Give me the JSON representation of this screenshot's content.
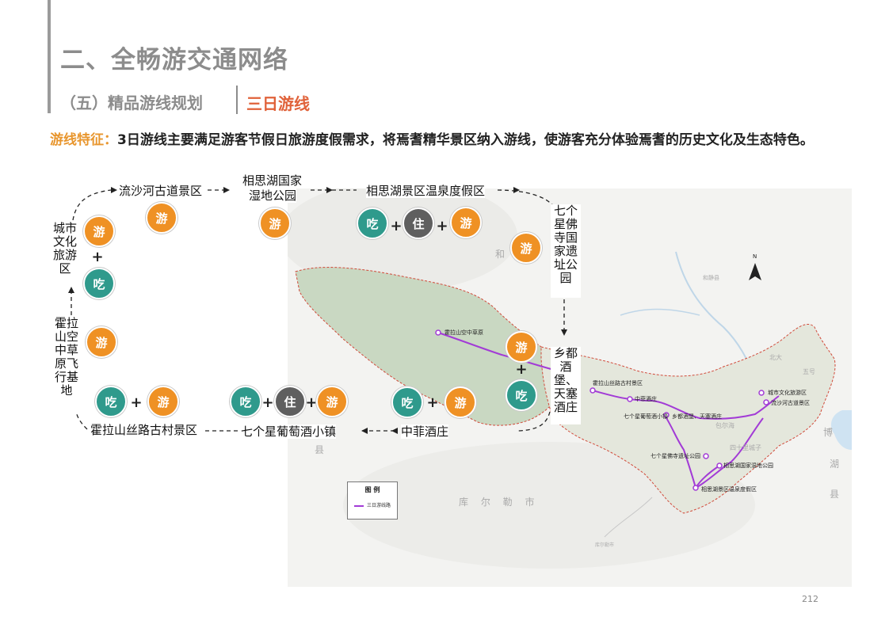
{
  "header": {
    "title": "二、全畅游交通网络",
    "subtitle": "（五）精品游线规划",
    "tag": "三日游线"
  },
  "description": {
    "label": "游线特征：",
    "text": "3日游线主要满足游客节假日旅游度假需求，将焉耆精华景区纳入游线，使游客充分体验焉耆的历史文化及生态特色。"
  },
  "icons": {
    "you": "游",
    "chi": "吃",
    "zhu": "住",
    "plus": "+"
  },
  "colors": {
    "you": "#ef9124",
    "chi": "#2f9a8c",
    "zhu": "#5f5f5f",
    "route": "#a23bd6",
    "accent": "#e0623a"
  },
  "route": {
    "city_culture": "城市文化旅游区",
    "liusha": "流沙河古道景区",
    "xiangsi_wetland_1": "相思湖国家",
    "xiangsi_wetland_2": "湿地公园",
    "xiangsi_hotspring": "相思湖景区温泉度假区",
    "qige_temple": "七个星佛寺国家遗址公园",
    "xiangdu": "乡都酒堡、天塞酒庄",
    "zhongfei": "中菲酒庄",
    "qige_wine_town": "七个星葡萄酒小镇",
    "huolashan_village": "霍拉山丝路古村景区",
    "huolashan_grassland": "霍拉山空中草原飞行基地"
  },
  "map": {
    "place_names": {
      "he": "和",
      "hejing": "和静县",
      "north": "N",
      "kuerle": "库 尔 勒 市",
      "bohu_bo": "博",
      "bohu_hu": "湖",
      "bohu_xian": "县",
      "beida": "北大",
      "wuhao": "五号",
      "sishili": "四十里城子",
      "baohai": "包尔海",
      "kuerleshi": "库尔勒市",
      "xian_left": "县"
    },
    "sites": {
      "huolashan_grassland": "霍拉山空中草原",
      "huolashan_village": "霍拉山丝路古村景区",
      "zhongfei": "中菲酒庄",
      "wine_town": "七个星葡萄酒小镇",
      "xiangdu": "乡都酒堡、天塞酒庄",
      "city_culture": "城市文化旅游区",
      "liusha": "流沙河古道景区",
      "temple": "七个星佛寺遗址公园",
      "wetland": "相思湖国家湿地公园",
      "hotspring": "相思湖景区温泉度假区"
    }
  },
  "legend": {
    "title": "图 例",
    "item": "三日游线路"
  },
  "page_number": "212"
}
